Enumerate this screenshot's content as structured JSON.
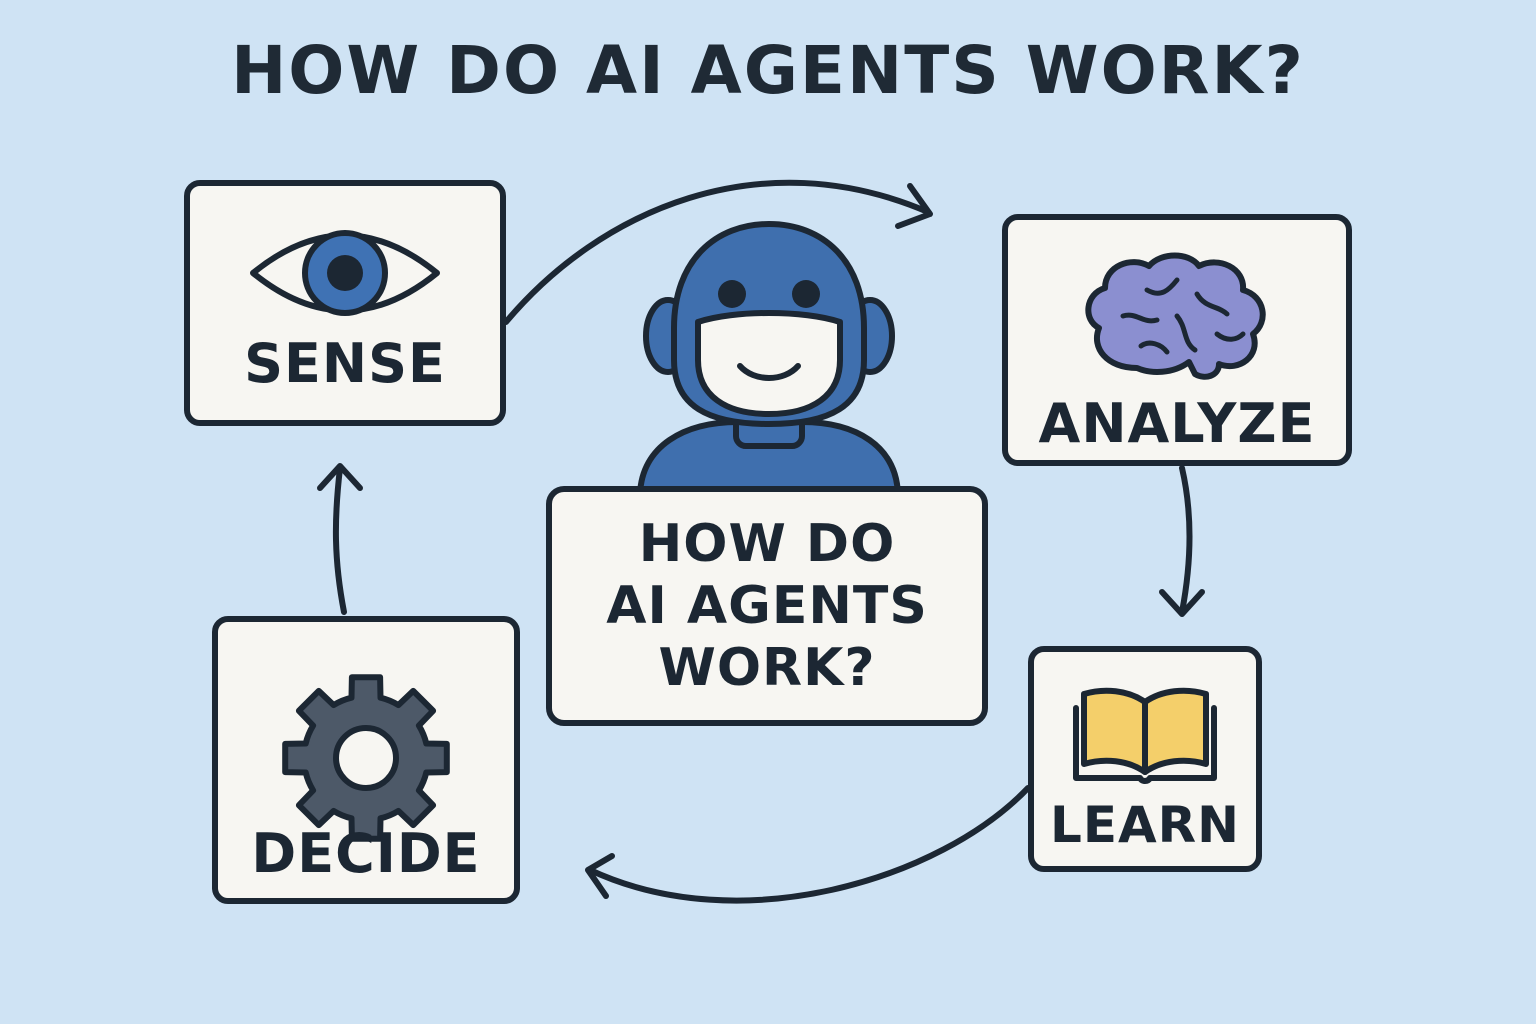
{
  "title": "HOW DO AI AGENTS WORK?",
  "center": {
    "text": "HOW DO AI AGENTS WORK?"
  },
  "steps": [
    {
      "id": "sense",
      "label": "SENSE",
      "icon": "eye-icon"
    },
    {
      "id": "analyze",
      "label": "ANALYZE",
      "icon": "brain-icon"
    },
    {
      "id": "learn",
      "label": "LEARN",
      "icon": "open-book-icon"
    },
    {
      "id": "decide",
      "label": "DECIDE",
      "icon": "gear-icon"
    }
  ],
  "flow": [
    {
      "from": "sense",
      "to": "analyze"
    },
    {
      "from": "analyze",
      "to": "learn"
    },
    {
      "from": "learn",
      "to": "decide"
    },
    {
      "from": "decide",
      "to": "sense"
    }
  ],
  "colors": {
    "background": "#cfe3f4",
    "card": "#f7f6f2",
    "outline": "#1c2733",
    "robot_blue": "#3f6fae",
    "eye_blue": "#3f72b4",
    "brain_purple": "#8b8fd0",
    "book_yellow": "#f4cf6a",
    "gear_gray": "#4d5968"
  }
}
